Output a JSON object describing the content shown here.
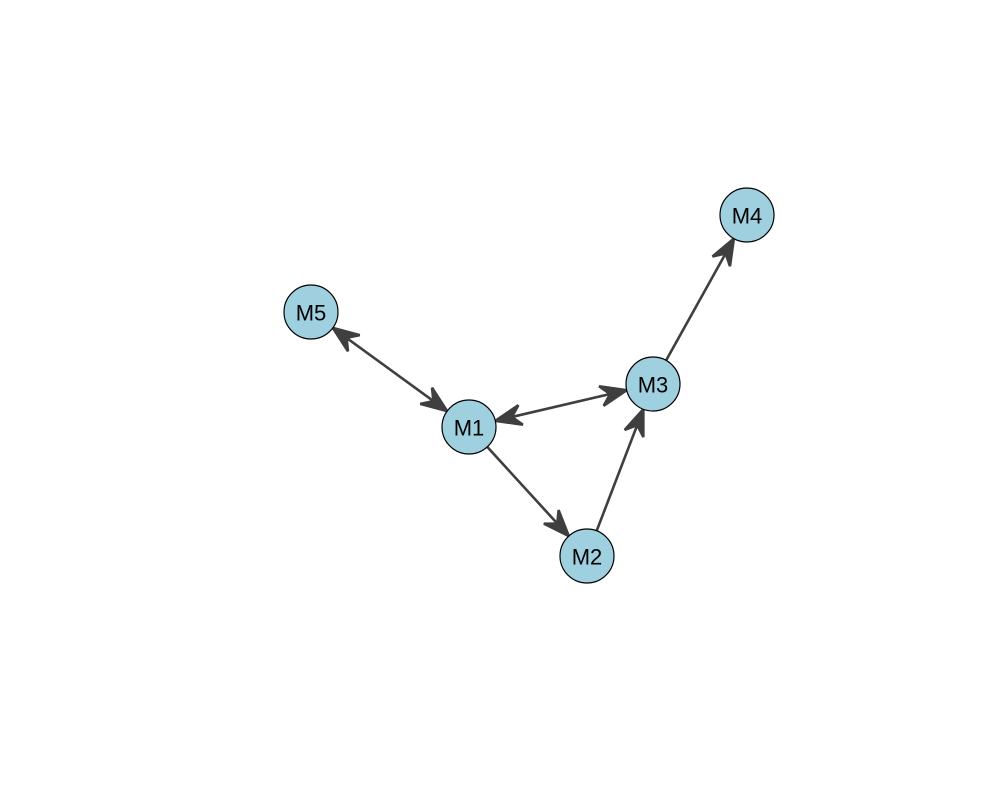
{
  "diagram": {
    "type": "directed-network",
    "node_fill": "#9fd0e0",
    "edge_color": "#3f3f3f",
    "nodes": [
      {
        "id": "M1",
        "label": "M1"
      },
      {
        "id": "M2",
        "label": "M2"
      },
      {
        "id": "M3",
        "label": "M3"
      },
      {
        "id": "M4",
        "label": "M4"
      },
      {
        "id": "M5",
        "label": "M5"
      }
    ],
    "edges": [
      {
        "from": "M1",
        "to": "M5",
        "bidirectional": true
      },
      {
        "from": "M1",
        "to": "M3",
        "bidirectional": true
      },
      {
        "from": "M1",
        "to": "M2",
        "bidirectional": false
      },
      {
        "from": "M2",
        "to": "M3",
        "bidirectional": false
      },
      {
        "from": "M3",
        "to": "M4",
        "bidirectional": false
      }
    ]
  }
}
